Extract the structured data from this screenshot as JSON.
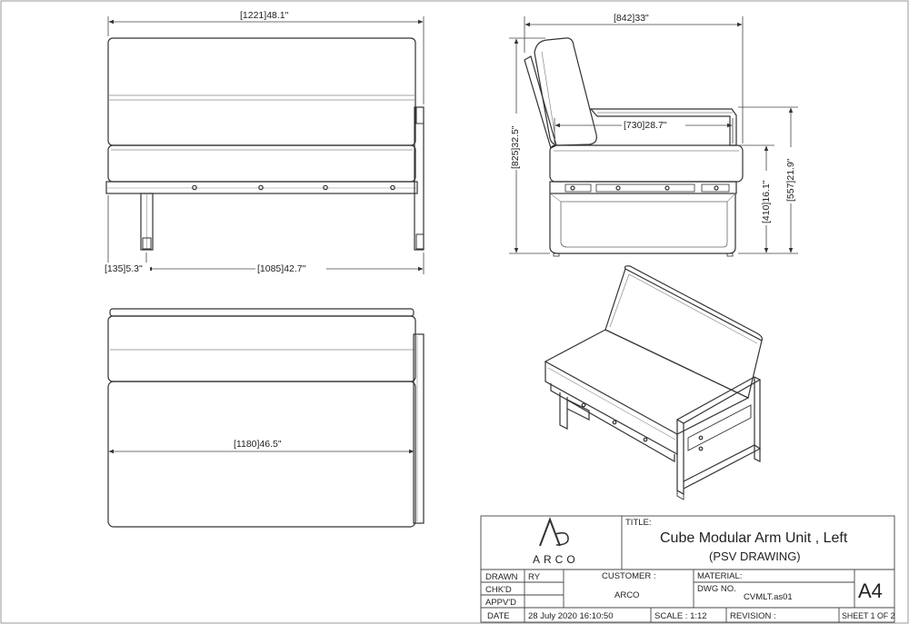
{
  "dimensions": {
    "front_width": "[1221]48.1\"",
    "leg_offset": "[135]5.3\"",
    "leg_span": "[1085]42.7\"",
    "side_depth": "[842]33\"",
    "seat_depth": "[730]28.7\"",
    "overall_height": "[825]32.5\"",
    "seat_height": "[410]16.1\"",
    "arm_height": "[557]21.9\"",
    "top_width": "[1180]46.5\""
  },
  "title_block": {
    "title_label": "TITLE:",
    "title": "Cube Modular Arm Unit , Left",
    "subtitle": "(PSV DRAWING)",
    "logo_text": "ARCO",
    "drawn_label": "DRAWN",
    "drawn_value": "RY",
    "checked_label": "CHK'D",
    "approved_label": "APPV'D",
    "date_label": "DATE",
    "date_value": "28 July 2020 16:10:50",
    "customer_label": "CUSTOMER :",
    "customer_value": "ARCO",
    "material_label": "MATERIAL:",
    "dwg_label": "DWG NO.",
    "dwg_value": "CVMLT.as01",
    "size": "A4",
    "scale": "SCALE : 1:12",
    "revision": "REVISION :",
    "sheet": "SHEET 1 OF 2"
  },
  "colors": {
    "line": "#333333",
    "thin": "#7a7a7a",
    "frame": "#9a9a9a"
  }
}
